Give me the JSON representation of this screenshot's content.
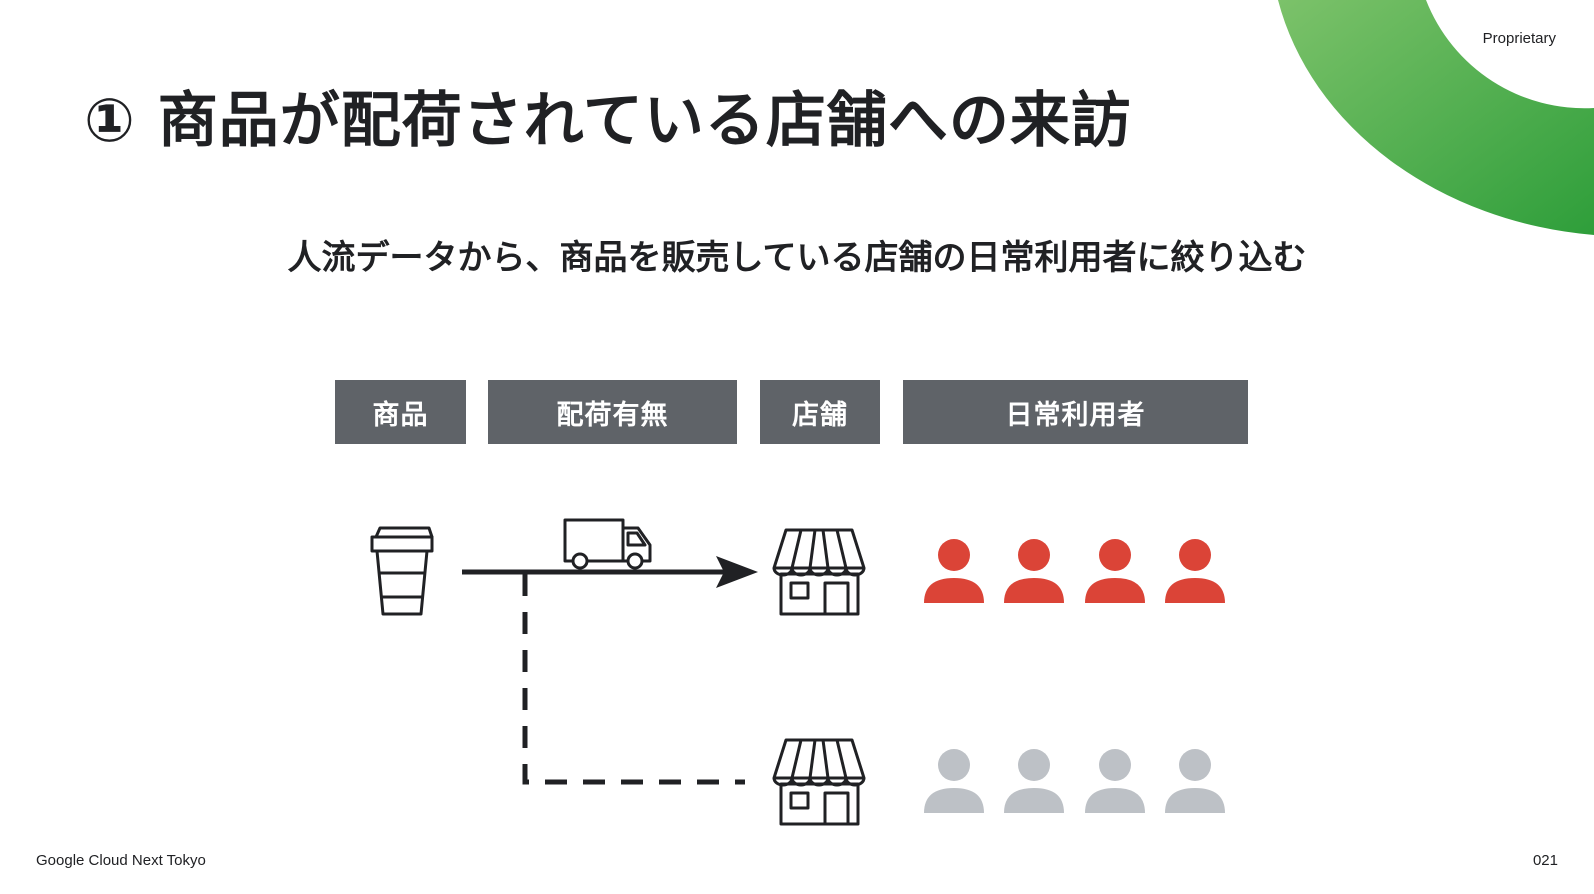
{
  "meta": {
    "proprietary_label": "Proprietary",
    "page_number": "021",
    "event_name": "Google Cloud Next Tokyo"
  },
  "title": "① 商品が配荷されている店舗への来訪",
  "subtitle": "人流データから、商品を販売している店舗の日常利用者に絞り込む",
  "headers": [
    "商品",
    "配荷有無",
    "店舗",
    "日常利用者"
  ],
  "colors": {
    "header_bg": "#5f6368",
    "active_user": "#db4437",
    "inactive_user": "#bdc1c6",
    "accent_green": "#34a853",
    "line": "#202124"
  },
  "icons": [
    "coffee-cup-icon",
    "delivery-truck-icon",
    "store-icon",
    "person-icon"
  ],
  "flows": [
    {
      "from": "商品",
      "to": "店舗",
      "style": "solid-arrow",
      "via": "delivery-truck-icon",
      "users_active": 4
    },
    {
      "from": "商品",
      "to": "店舗",
      "style": "dashed",
      "users_active": 0
    }
  ]
}
